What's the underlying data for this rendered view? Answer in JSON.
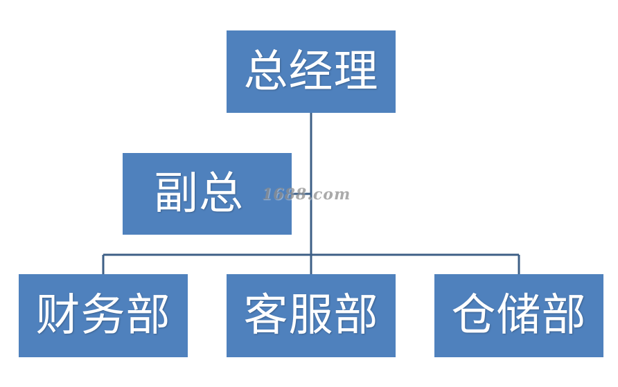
{
  "diagram": {
    "nodes": {
      "general_manager": "总经理",
      "deputy": "副总",
      "finance": "财务部",
      "customer_service": "客服部",
      "storage": "仓储部"
    },
    "watermark": "1688.com"
  },
  "colors": {
    "node_fill": "#4f81bd",
    "connector": "#3d5f86",
    "text": "#ffffff"
  }
}
